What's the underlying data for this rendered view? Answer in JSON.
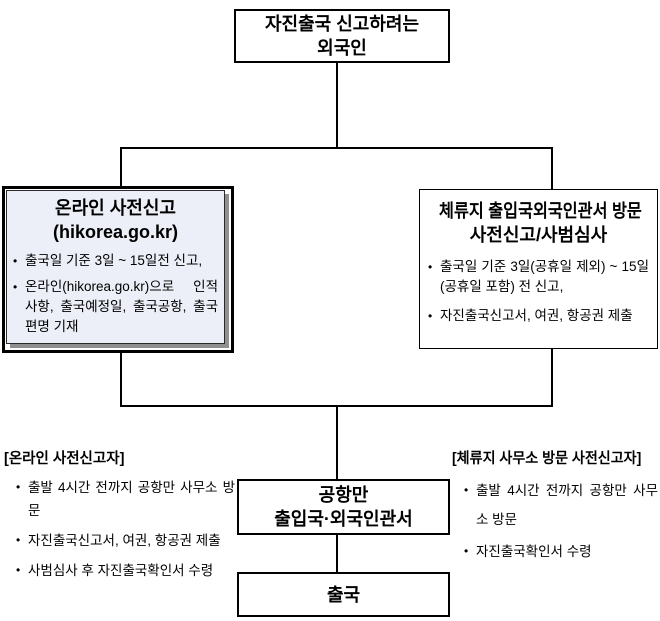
{
  "diagram": {
    "top_box": {
      "line1": "자진출국 신고하려는",
      "line2": "외국인"
    },
    "online_box": {
      "title_line1": "온라인 사전신고",
      "title_line2": "(hikorea.go.kr)",
      "bullets": [
        "출국일 기준 3일 ~ 15일전 신고,",
        "온라인(hikorea.go.kr)으로 인적 사항, 출국예정일, 출국공항, 출국 편명 기재"
      ]
    },
    "visit_box": {
      "title_line1": "체류지 출입국외국인관서 방문",
      "title_line2": "사전신고/사범심사",
      "bullets": [
        "출국일 기준 3일(공휴일 제외) ~ 15일(공휴일 포함) 전 신고,",
        "자진출국신고서, 여권, 항공권 제출"
      ]
    },
    "online_note": {
      "heading": "[온라인 사전신고자]",
      "bullets": [
        "출발 4시간 전까지 공항만 사무소 방문",
        "자진출국신고서, 여권, 항공권 제출",
        "사범심사 후 자진출국확인서 수령"
      ]
    },
    "visit_note": {
      "heading": "[체류지 사무소 방문 사전신고자]",
      "bullets": [
        "출발 4시간 전까지 공항만 사무소 방문",
        "자진출국확인서 수령"
      ]
    },
    "airport_box": {
      "line1": "공항만",
      "line2": "출입국·외국인관서"
    },
    "departure_box": {
      "label": "출국"
    },
    "bullet_char": "•",
    "colors": {
      "line": "#000000",
      "highlight_fill": "#eceff8",
      "highlight_shadow": "#8f8f8f",
      "text": "#000000"
    }
  }
}
